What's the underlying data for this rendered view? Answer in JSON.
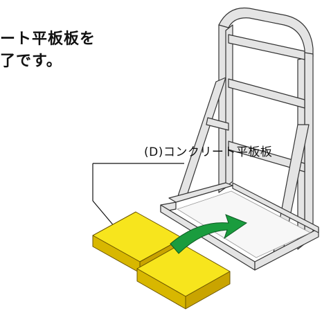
{
  "captions": {
    "line1": "ート平板板を",
    "line2": "了です。"
  },
  "part_label": "(D)コンクリート平板板",
  "colors": {
    "frame_fill": "#e4e4e4",
    "frame_stroke": "#333333",
    "slab_top": "#f7e51d",
    "slab_side": "#c9a400",
    "arrow": "#1a9c3e",
    "arrow_edge": "#0c5a22"
  }
}
